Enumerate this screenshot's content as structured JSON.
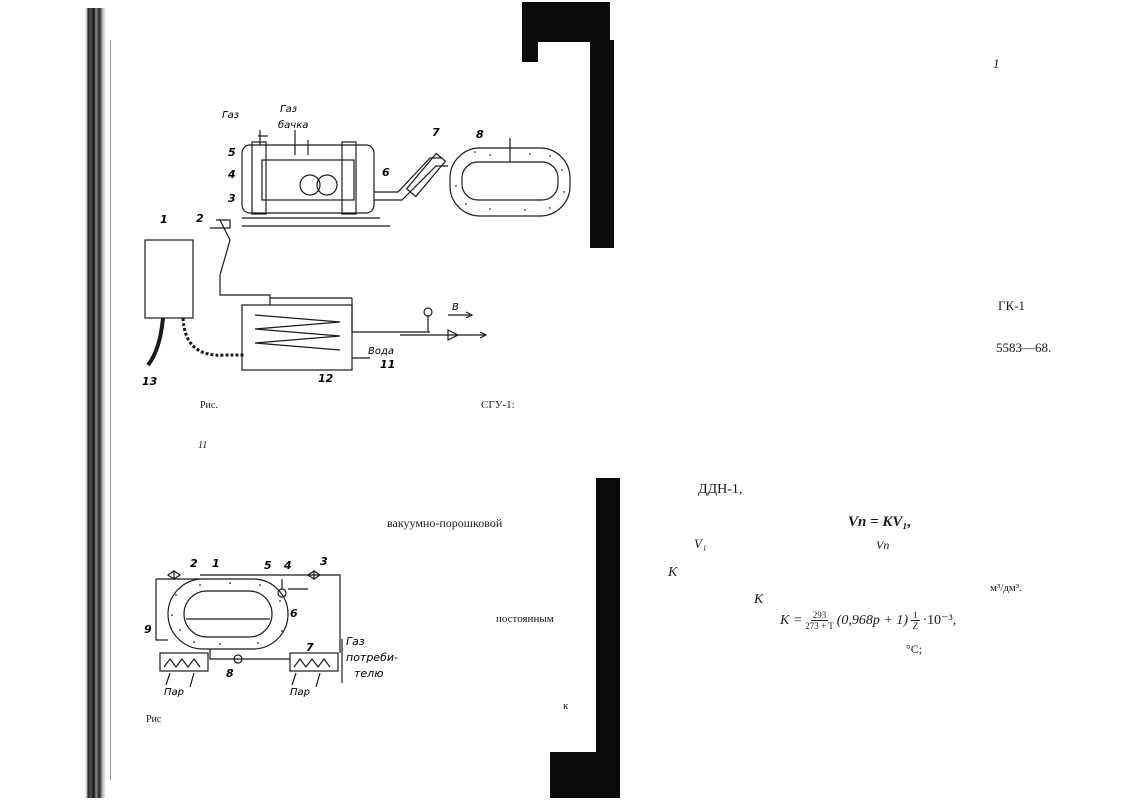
{
  "right_page": {
    "page_number": "1",
    "gk_label": "ГК-1",
    "gost_ref": "5583—68.",
    "ddn_label": "ДДН-1,",
    "formula_main": "Vп = KV₁,",
    "var_v1": "V₁",
    "var_vp": "Vп",
    "var_k1": "K",
    "units": "м³/дм³.",
    "var_k2": "K",
    "formula_k_lhs": "K =",
    "formula_k_num": "293",
    "formula_k_den": "273 + T",
    "formula_k_rest": "(0,968p + 1)",
    "formula_k_frac_num": "1",
    "formula_k_frac_den": "Z",
    "formula_k_tail": "·10⁻³,",
    "celsius": "°C;"
  },
  "left_page": {
    "fig1_caption_start": "Рис.",
    "fig1_caption_end": "СГУ-1:",
    "fig1_sub": "11",
    "text_vacuum": "вакуумно-порошковой",
    "text_constant": "постоянным",
    "text_k": "к",
    "fig2_caption": "Рис"
  },
  "figure1": {
    "label_gas1": "Газ",
    "label_gas2": "Газ",
    "label_gas2b": "бачка",
    "label_water": "Вода",
    "label_b": "В",
    "numbers": [
      "1",
      "2",
      "3",
      "4",
      "5",
      "6",
      "7",
      "8",
      "11",
      "12",
      "13"
    ]
  },
  "figure2": {
    "label_gas": "Газ",
    "label_consumer1": "потреби-",
    "label_consumer2": "телю",
    "label_steam1": "Пар",
    "label_steam2": "Пар",
    "numbers": [
      "1",
      "2",
      "3",
      "4",
      "5",
      "6",
      "7",
      "8",
      "9"
    ]
  }
}
